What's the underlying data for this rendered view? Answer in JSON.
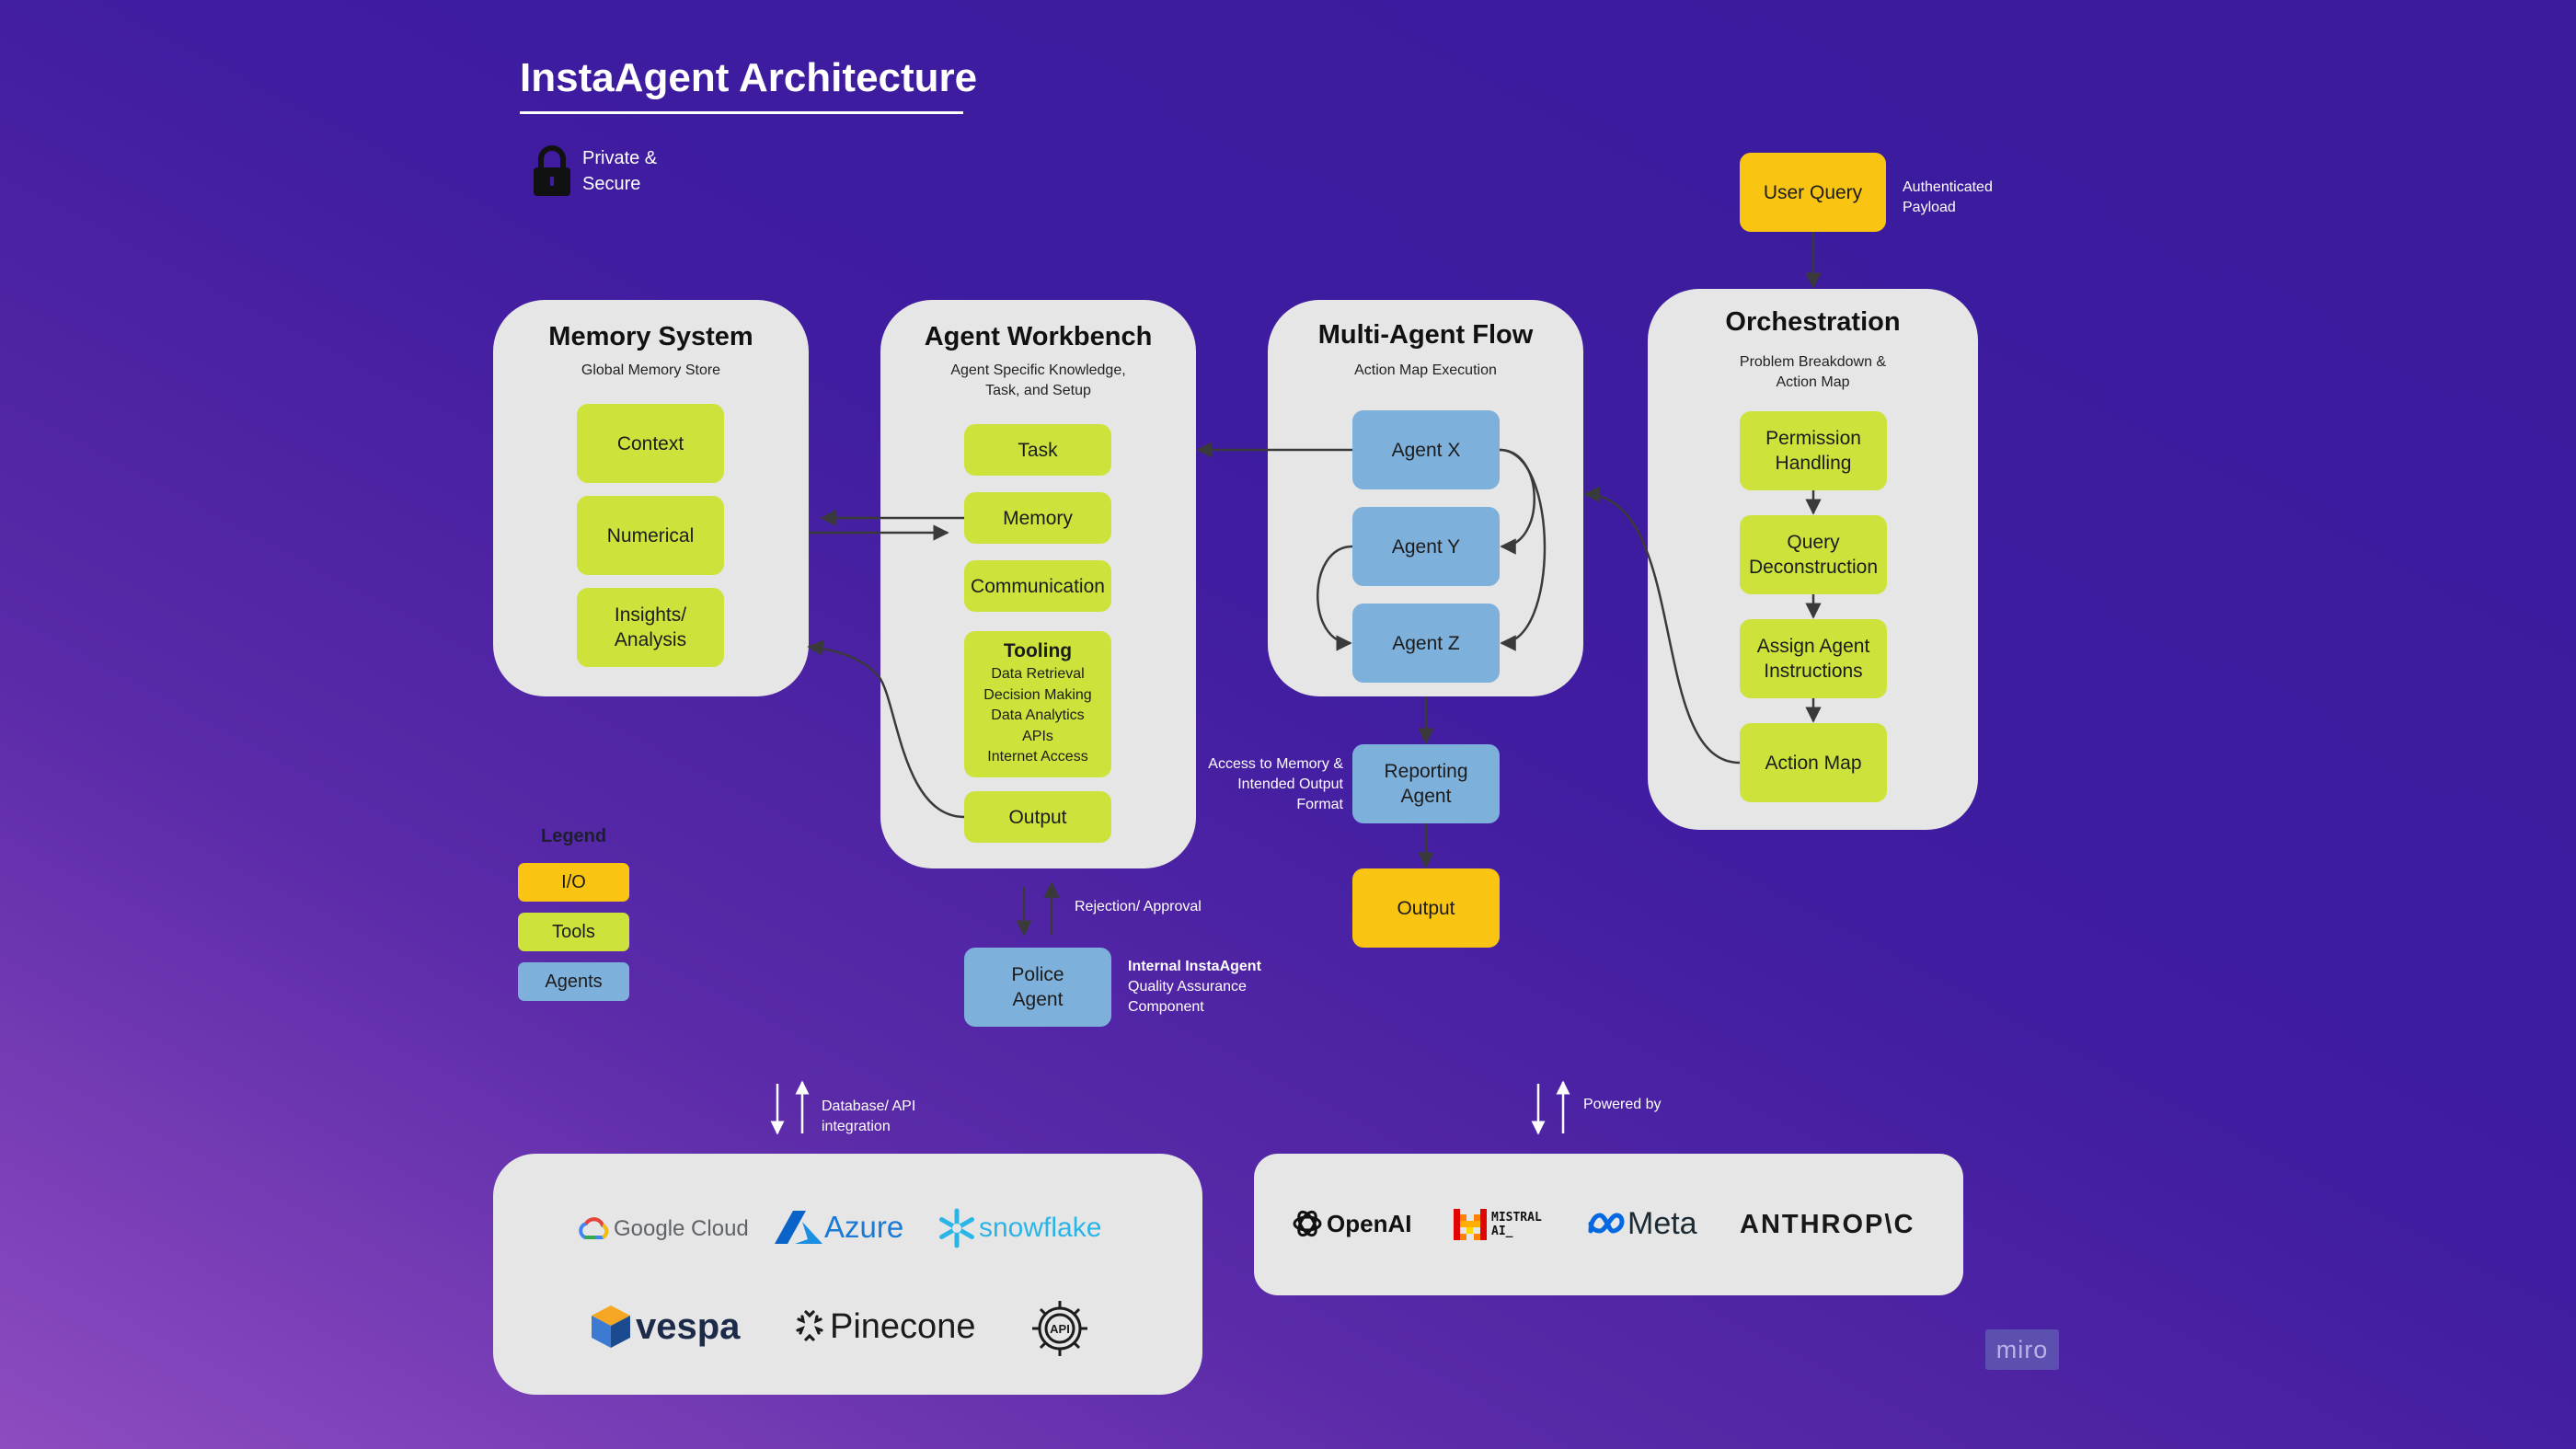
{
  "title": "InstaAgent Architecture",
  "security_badge": {
    "icon": "lock-icon",
    "line1": "Private &",
    "line2": "Secure"
  },
  "user_query": {
    "label": "User Query",
    "note_line1": "Authenticated",
    "note_line2": "Payload"
  },
  "memory_system": {
    "title": "Memory System",
    "subtitle": "Global Memory Store",
    "items": [
      "Context",
      "Numerical",
      "Insights/ Analysis"
    ]
  },
  "agent_workbench": {
    "title": "Agent Workbench",
    "subtitle_line1": "Agent Specific Knowledge,",
    "subtitle_line2": "Task, and Setup",
    "items": [
      "Task",
      "Memory",
      "Communication"
    ],
    "tooling": {
      "title": "Tooling",
      "items": [
        "Data Retrieval",
        "Decision Making",
        "Data Analytics",
        "APIs",
        "Internet Access"
      ]
    },
    "output": "Output"
  },
  "multi_agent_flow": {
    "title": "Multi-Agent Flow",
    "subtitle": "Action Map Execution",
    "agents": [
      "Agent X",
      "Agent Y",
      "Agent Z"
    ]
  },
  "orchestration": {
    "title": "Orchestration",
    "subtitle_line1": "Problem Breakdown &",
    "subtitle_line2": "Action Map",
    "steps": [
      "Permission Handling",
      "Query Deconstruction",
      "Assign Agent Instructions",
      "Action Map"
    ]
  },
  "reporting_agent": {
    "label": "Reporting Agent",
    "note_lines": [
      "Access to Memory &",
      "Intended Output",
      "Format"
    ]
  },
  "final_output": "Output",
  "police_agent": {
    "label": "Police Agent",
    "link_label": "Rejection/ Approval",
    "note_title": "Internal InstaAgent",
    "note_lines": [
      "Quality Assurance",
      "Component"
    ]
  },
  "legend": {
    "title": "Legend",
    "items": [
      {
        "label": "I/O",
        "color": "#f9c512"
      },
      {
        "label": "Tools",
        "color": "#cde33c"
      },
      {
        "label": "Agents",
        "color": "#7eb0dc"
      }
    ]
  },
  "integrations": {
    "connector_label_line1": "Database/ API",
    "connector_label_line2": "integration",
    "logos": [
      "Google Cloud",
      "Azure",
      "snowflake",
      "vespa",
      "Pinecone",
      "API"
    ]
  },
  "models": {
    "connector_label": "Powered by",
    "logos": [
      "OpenAI",
      "MISTRAL AI_",
      "Meta",
      "ANTHROP\\C"
    ]
  },
  "watermark": "miro",
  "colors": {
    "io": "#f9c512",
    "tools": "#cde33c",
    "agents": "#7eb0dc",
    "panel": "#e6e6e6"
  }
}
